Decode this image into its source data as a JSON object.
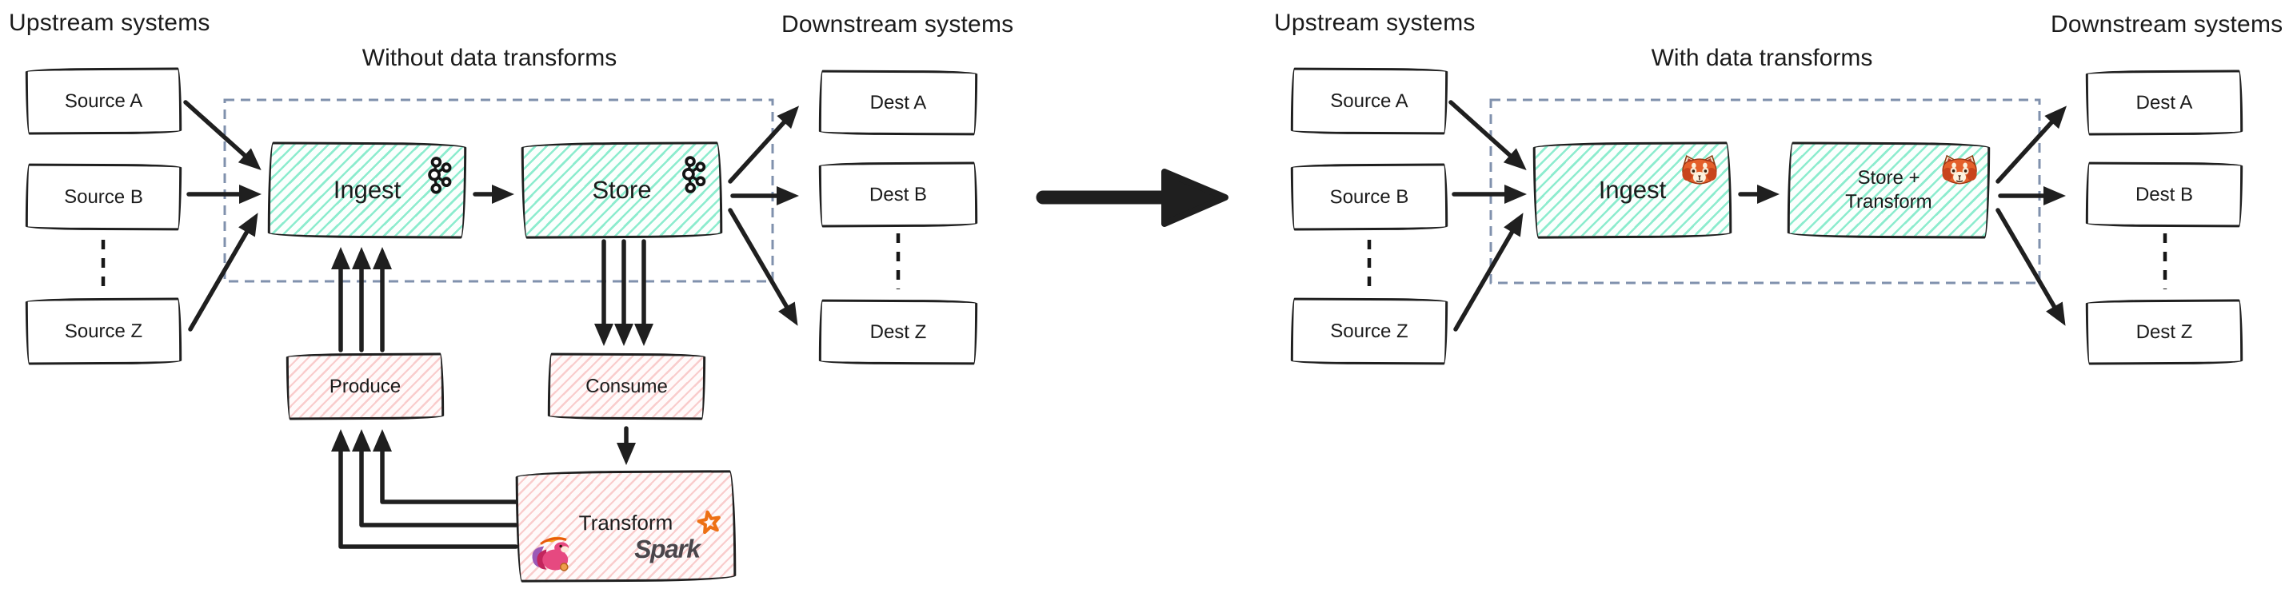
{
  "left": {
    "upstream_label": "Upstream systems",
    "downstream_label": "Downstream systems",
    "title": "Without data transforms",
    "sources": [
      "Source A",
      "Source B",
      "Source Z"
    ],
    "dests": [
      "Dest A",
      "Dest B",
      "Dest Z"
    ],
    "ingest_label": "Ingest",
    "store_label": "Store",
    "produce_label": "Produce",
    "consume_label": "Consume",
    "transform_label": "Transform",
    "spark_wordmark": "Spark"
  },
  "right": {
    "upstream_label": "Upstream systems",
    "downstream_label": "Downstream systems",
    "title": "With data transforms",
    "sources": [
      "Source A",
      "Source B",
      "Source Z"
    ],
    "dests": [
      "Dest A",
      "Dest B",
      "Dest Z"
    ],
    "ingest_label": "Ingest",
    "store_transform_line1": "Store +",
    "store_transform_line2": "Transform"
  },
  "icons": {
    "left_ingest": "kafka-icon",
    "left_store": "kafka-icon",
    "left_transform": [
      "flink-squirrel-icon",
      "spark-logo"
    ],
    "right_ingest": "red-panda-icon",
    "right_store_transform": "red-panda-icon"
  },
  "colors": {
    "ink": "#1f1f1f",
    "teal_hatch": "#79e9c6",
    "pink_hatch": "#f5adad",
    "dashed_boundary": "#8091ad",
    "spark_orange": "#ed7014",
    "spark_text": "#4a464b"
  }
}
